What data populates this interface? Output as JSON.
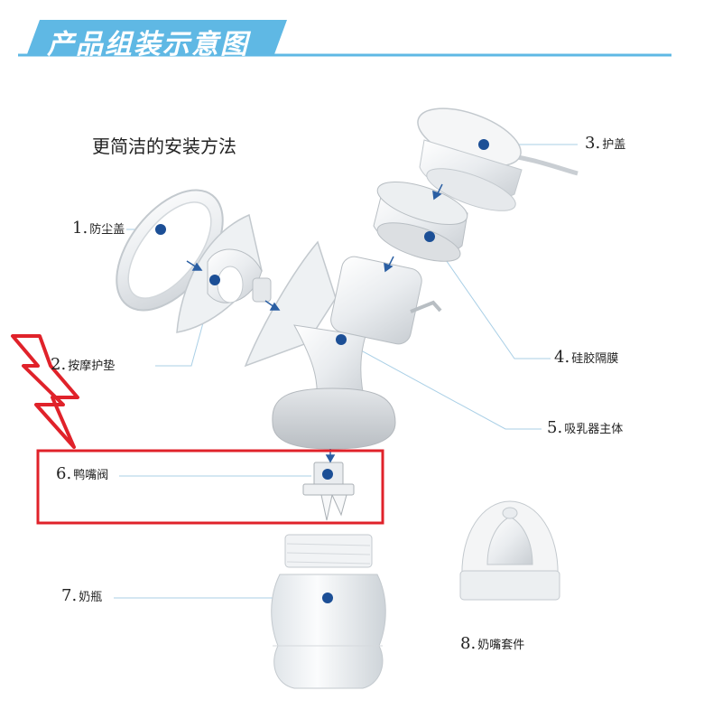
{
  "banner": {
    "title": "产品组装示意图",
    "color": "#5fb8e4"
  },
  "subtitle": "更简洁的安装方法",
  "parts": [
    {
      "num": "1.",
      "name": "防尘盖"
    },
    {
      "num": "2.",
      "name": "按摩护垫"
    },
    {
      "num": "3.",
      "name": "护盖"
    },
    {
      "num": "4.",
      "name": "硅胶隔膜"
    },
    {
      "num": "5.",
      "name": "吸乳器主体"
    },
    {
      "num": "6.",
      "name": "鸭嘴阀"
    },
    {
      "num": "7.",
      "name": "奶瓶"
    },
    {
      "num": "8.",
      "name": "奶嘴套件"
    }
  ],
  "colors": {
    "dot": "#1c4f96",
    "leader": "#a9cfe6",
    "highlight": "#e0222a",
    "lightning": "#e0222a"
  }
}
